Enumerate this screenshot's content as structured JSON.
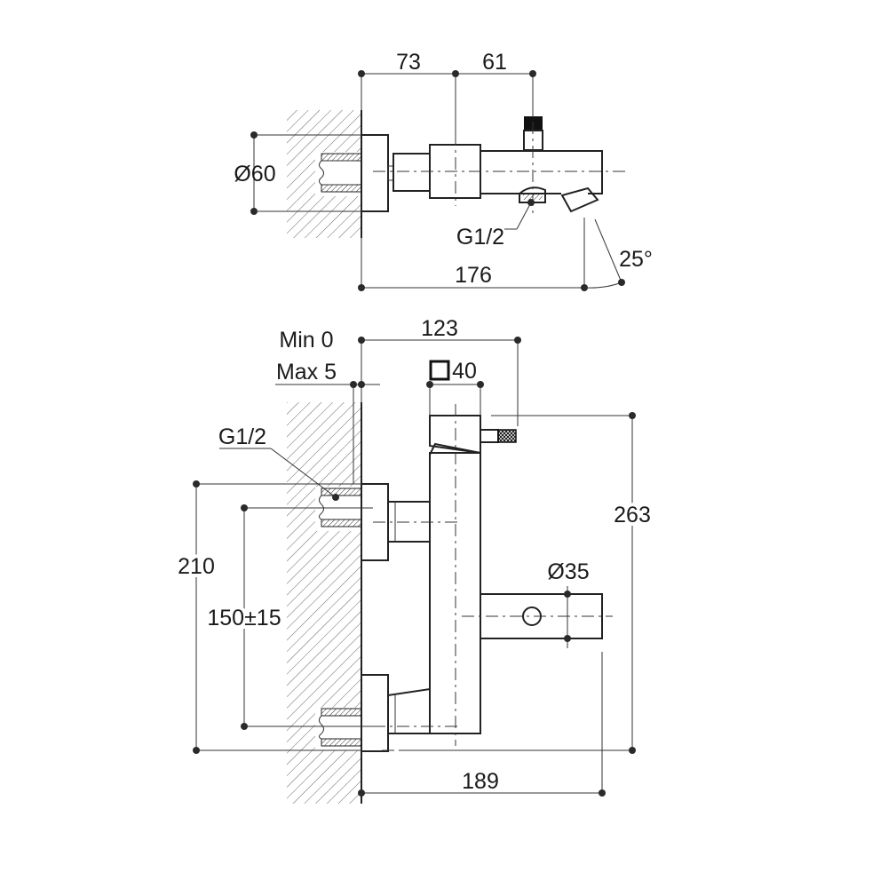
{
  "top_view": {
    "dim_left": "73",
    "dim_right": "61",
    "diameter": "Ø60",
    "thread": "G1/2",
    "total": "176",
    "angle": "25°"
  },
  "front_view": {
    "width_123": "123",
    "min_label": "Min 0",
    "max_label": "Max 5",
    "square_value": "40",
    "thread": "G1/2",
    "height_263": "263",
    "height_210": "210",
    "center_dist": "150±15",
    "spout_diameter": "Ø35",
    "depth_189": "189"
  }
}
